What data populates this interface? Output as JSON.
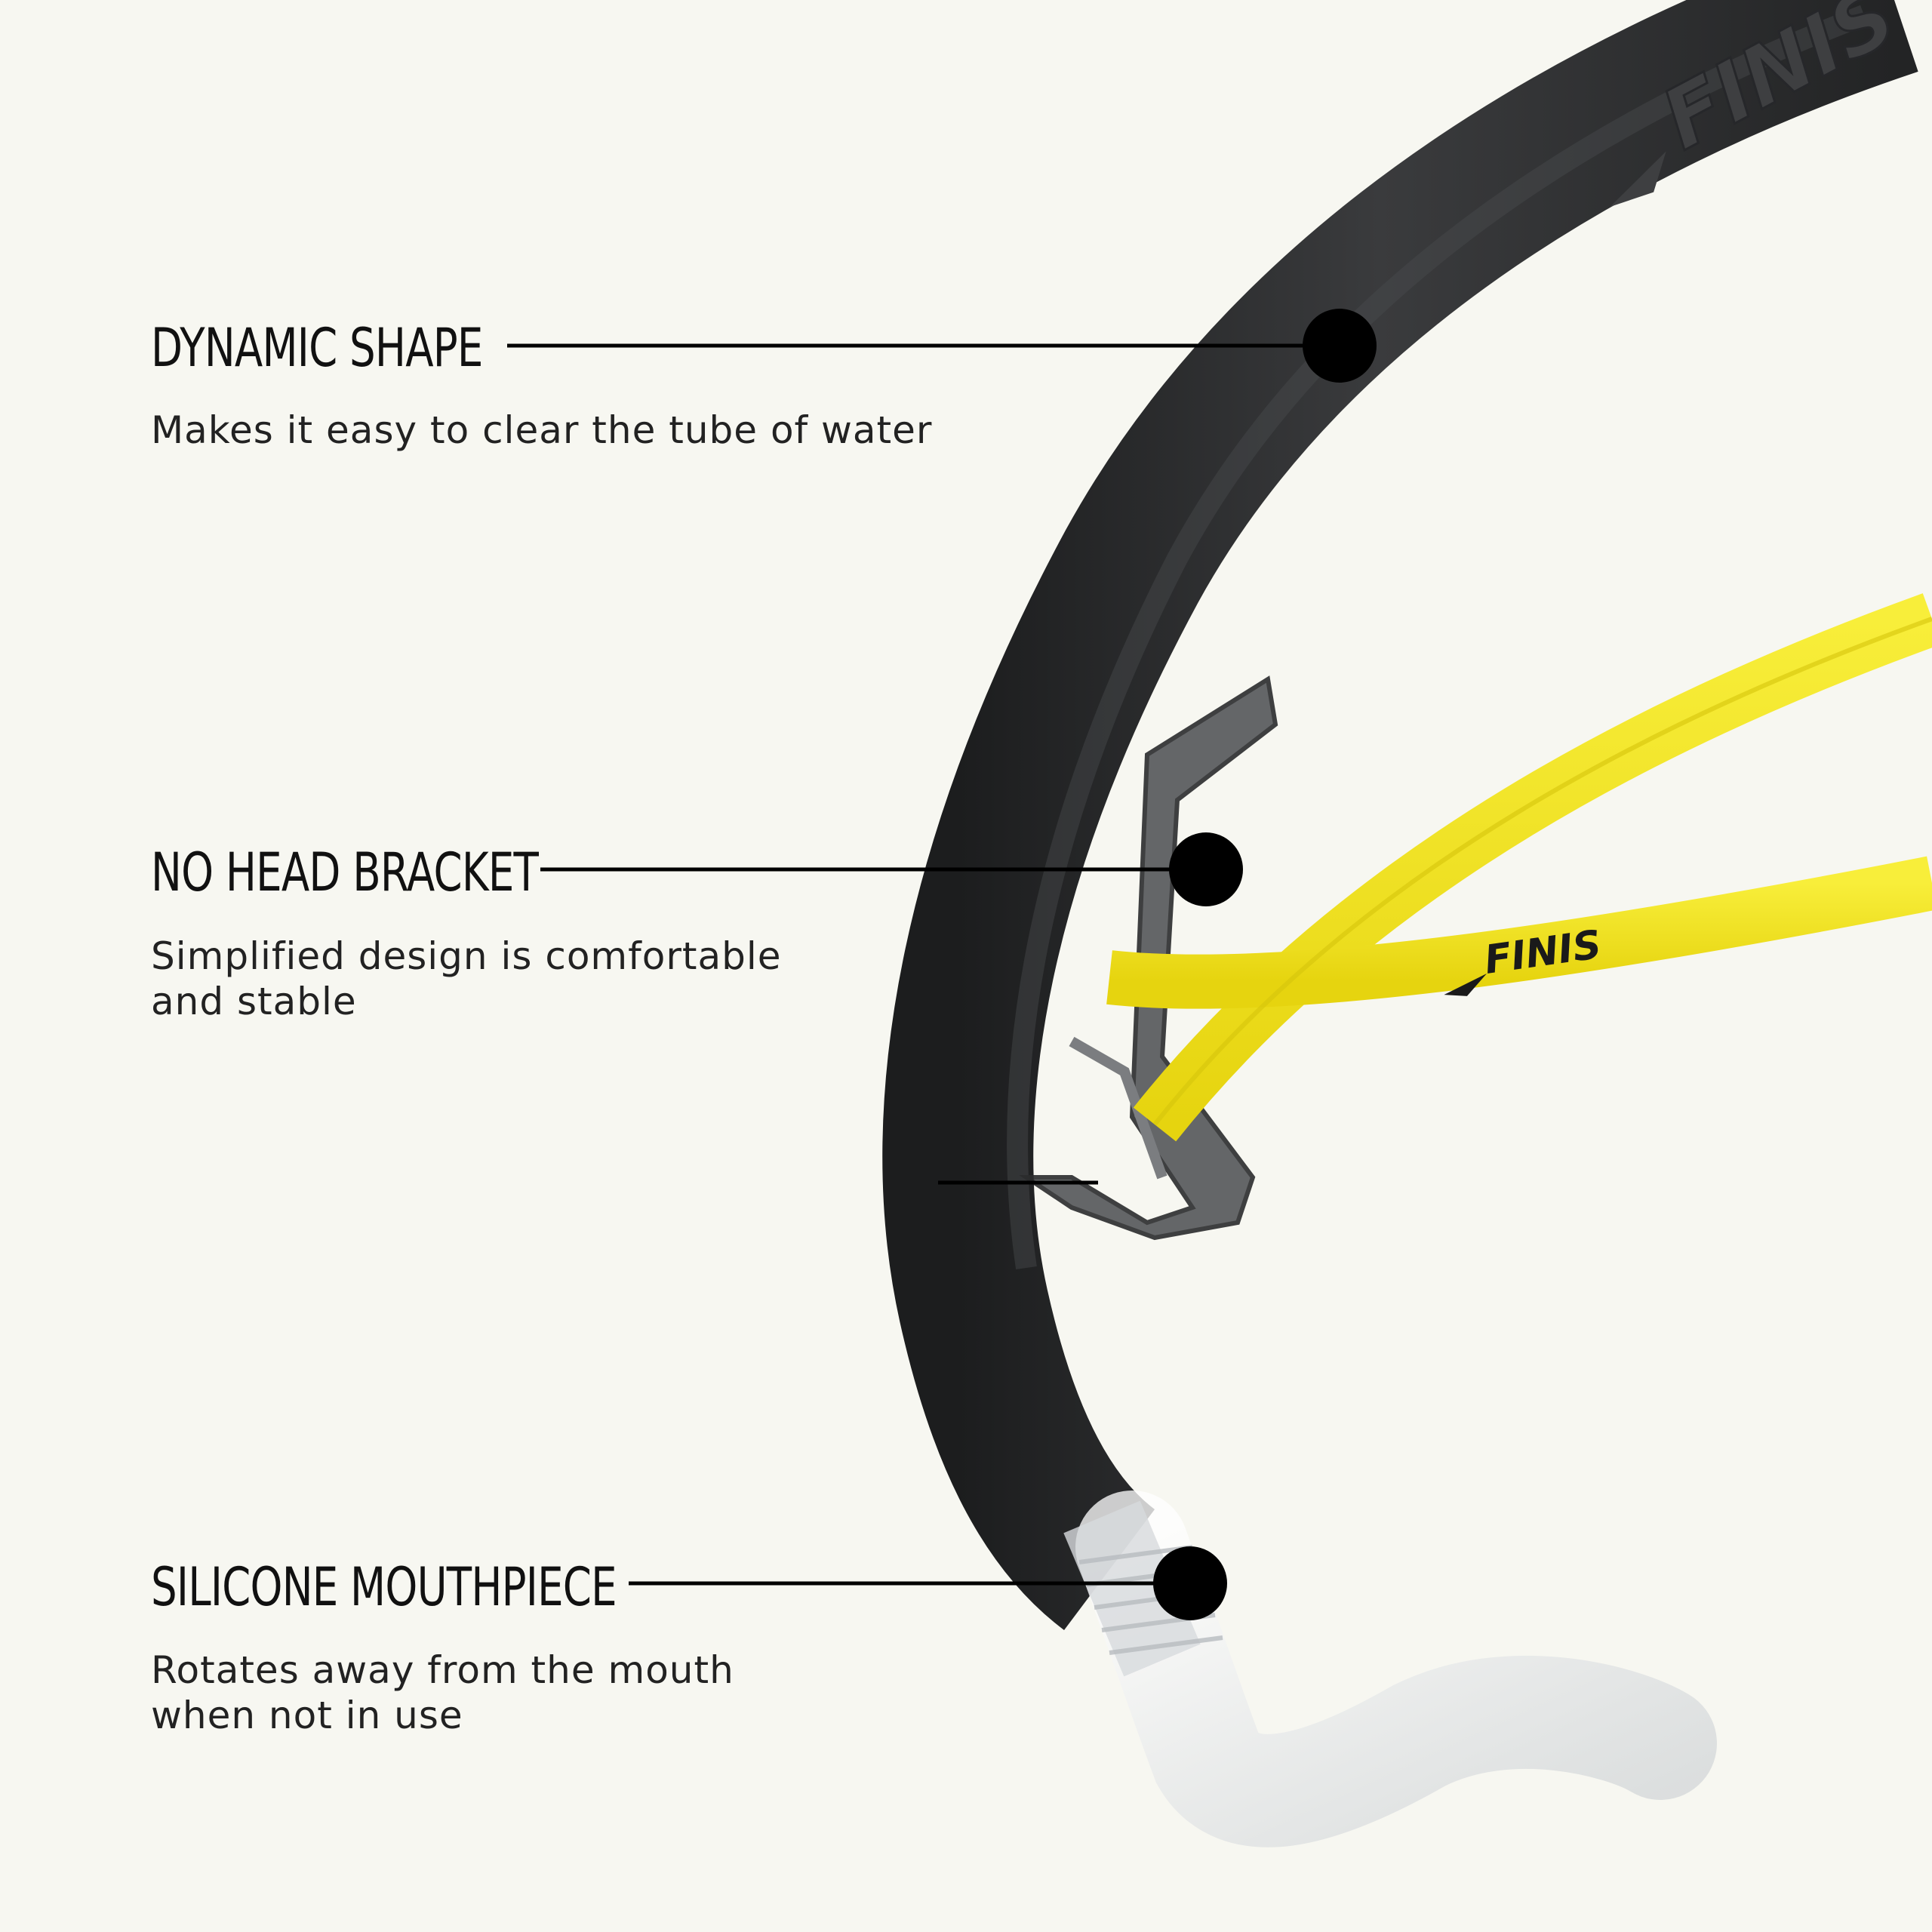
{
  "brand": {
    "logo_text": "FINIS",
    "strap_logo_text": "FINIS"
  },
  "colors": {
    "background": "#f7f7f1",
    "tube": "#2b2c2d",
    "strap": "#f4e51c",
    "callout": "#000000"
  },
  "callouts": [
    {
      "title": "DYNAMIC SHAPE",
      "description": [
        "Makes it easy to clear the tube of water"
      ]
    },
    {
      "title": "NO HEAD BRACKET",
      "description": [
        "Simplified design is comfortable",
        "and stable"
      ]
    },
    {
      "title": "SILICONE MOUTHPIECE",
      "description": [
        "Rotates away from the mouth",
        "when not in use"
      ]
    }
  ]
}
